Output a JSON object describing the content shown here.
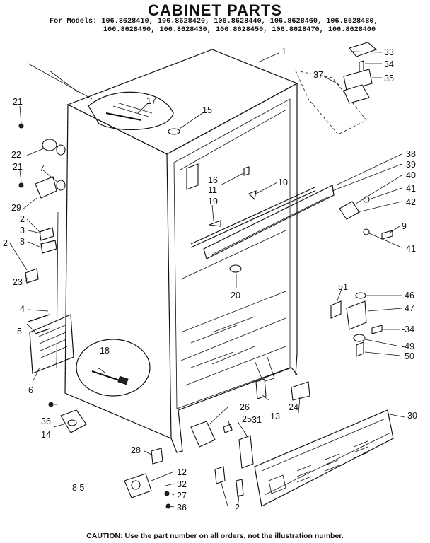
{
  "header": {
    "title": "CABINET PARTS",
    "models_line1": "For Models: 106.8628410, 106.8628420, 106.8628440, 106.8628460, 106.8628480,",
    "models_line2": "106.8628490, 106.8628430, 106.8628450, 106.8628470, 106.8628400"
  },
  "footer": {
    "caution": "CAUTION: Use the part number on all orders, not the illustration number."
  },
  "page_mark": "8 5",
  "callouts": [
    "1",
    "2",
    "2",
    "2",
    "3",
    "4",
    "5",
    "6",
    "7",
    "8",
    "9",
    "10",
    "11",
    "12",
    "13",
    "14",
    "15",
    "16",
    "17",
    "18",
    "19",
    "20",
    "21",
    "21",
    "22",
    "23",
    "24",
    "25",
    "26",
    "27",
    "28",
    "29",
    "30",
    "31",
    "32",
    "33",
    "34",
    "-34",
    "35",
    "36",
    "36",
    "37",
    "38",
    "39",
    "40",
    "41",
    "41",
    "42",
    "46",
    "47",
    "-49",
    "50",
    "51"
  ]
}
